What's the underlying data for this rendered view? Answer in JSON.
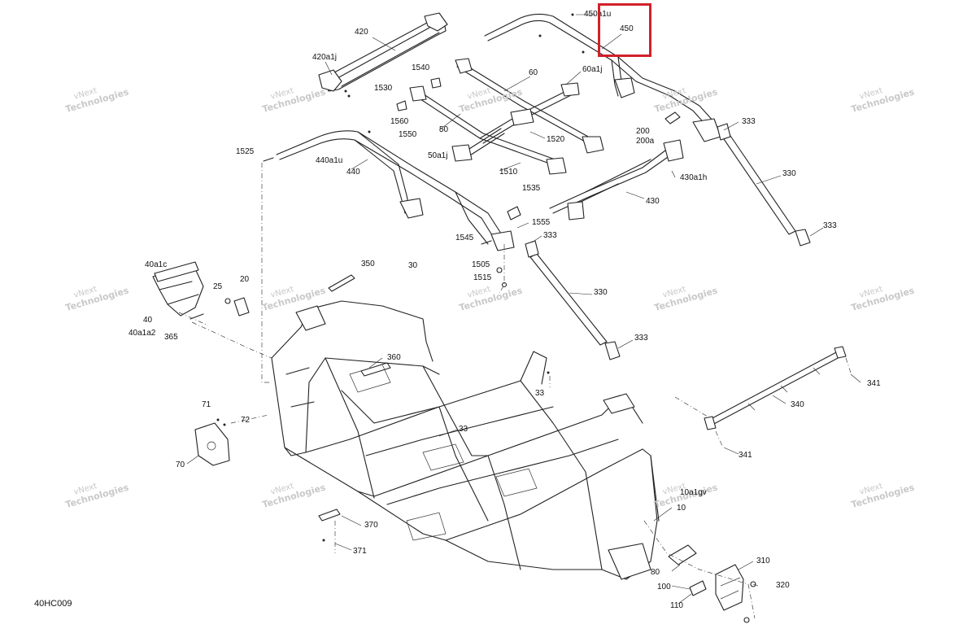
{
  "diagram_ref": "40HC009",
  "watermark": {
    "line1": "vNext",
    "line2": "Technologies"
  },
  "highlight_color": "#d1202a",
  "callouts": [
    "420",
    "420a1j",
    "450a1u",
    "450",
    "1540",
    "60a1j",
    "60",
    "1530",
    "1560",
    "1550",
    "50",
    "1520",
    "50a1j",
    "1510",
    "200",
    "200a",
    "333",
    "1525",
    "440a1u",
    "440",
    "430a1h",
    "330",
    "430",
    "1535",
    "1555",
    "333",
    "333",
    "1545",
    "40a1c",
    "350",
    "30",
    "1505",
    "1515",
    "330",
    "25",
    "20",
    "40",
    "40a1a2",
    "365",
    "333",
    "360",
    "33",
    "341",
    "71",
    "72",
    "340",
    "33",
    "341",
    "70",
    "10a1gv",
    "10",
    "370",
    "371",
    "80",
    "310",
    "100",
    "320",
    "110"
  ]
}
